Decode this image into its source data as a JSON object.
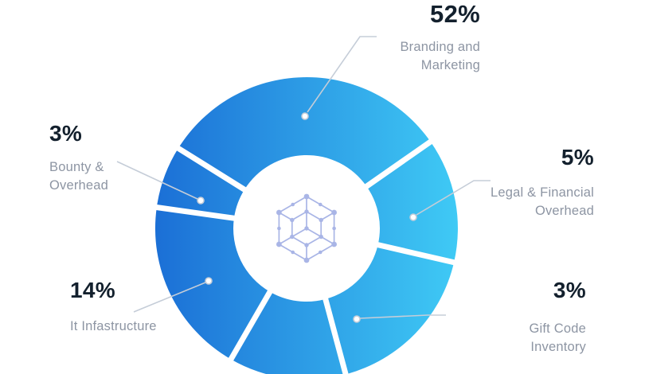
{
  "colors": {
    "background": "#FFFFFF",
    "gradient_from": "#1B6FD6",
    "gradient_to": "#3FCAF5",
    "gap": "#FFFFFF",
    "pct_text": "#13202D",
    "desc_text": "#8D95A3",
    "leader_line": "#C5CDD8",
    "center_icon": "#A9B5E6"
  },
  "chart_data": {
    "type": "pie",
    "variant": "donut",
    "unit": "%",
    "legend_position": "callouts",
    "center_icon": "network-hexagon-icon",
    "geometry": {
      "center": [
        385,
        287
      ],
      "outer_radius": 190,
      "inner_radius": 92,
      "gap_width": 7
    },
    "segments": [
      {
        "name": "Branding and Marketing",
        "value": 52,
        "display": {
          "start_deg": 302,
          "end_deg": 415
        }
      },
      {
        "name": "Legal & Financial Overhead",
        "value": 5,
        "display": {
          "start_deg": 55,
          "end_deg": 103
        }
      },
      {
        "name": "Gift Code Inventory",
        "value": 3,
        "display": {
          "start_deg": 103,
          "end_deg": 165
        }
      },
      {
        "name": "unlabeled",
        "value": null,
        "display": {
          "start_deg": 165,
          "end_deg": 210
        }
      },
      {
        "name": "It Infastructure",
        "value": 14,
        "display": {
          "start_deg": 210,
          "end_deg": 278
        }
      },
      {
        "name": "Bounty & Overhead",
        "value": 3,
        "display": {
          "start_deg": 278,
          "end_deg": 302
        }
      }
    ],
    "callouts": {
      "branding": {
        "pct": "52%",
        "line1": "Branding and",
        "line2": "Marketing"
      },
      "bounty": {
        "pct": "3%",
        "line1": "Bounty &",
        "line2": "Overhead"
      },
      "legal": {
        "pct": "5%",
        "line1": "Legal & Financial",
        "line2": "Overhead"
      },
      "it": {
        "pct": "14%",
        "line1": "It Infastructure"
      },
      "gift": {
        "pct": "3%",
        "line1": "Gift Code",
        "line2": "Inventory"
      }
    }
  }
}
